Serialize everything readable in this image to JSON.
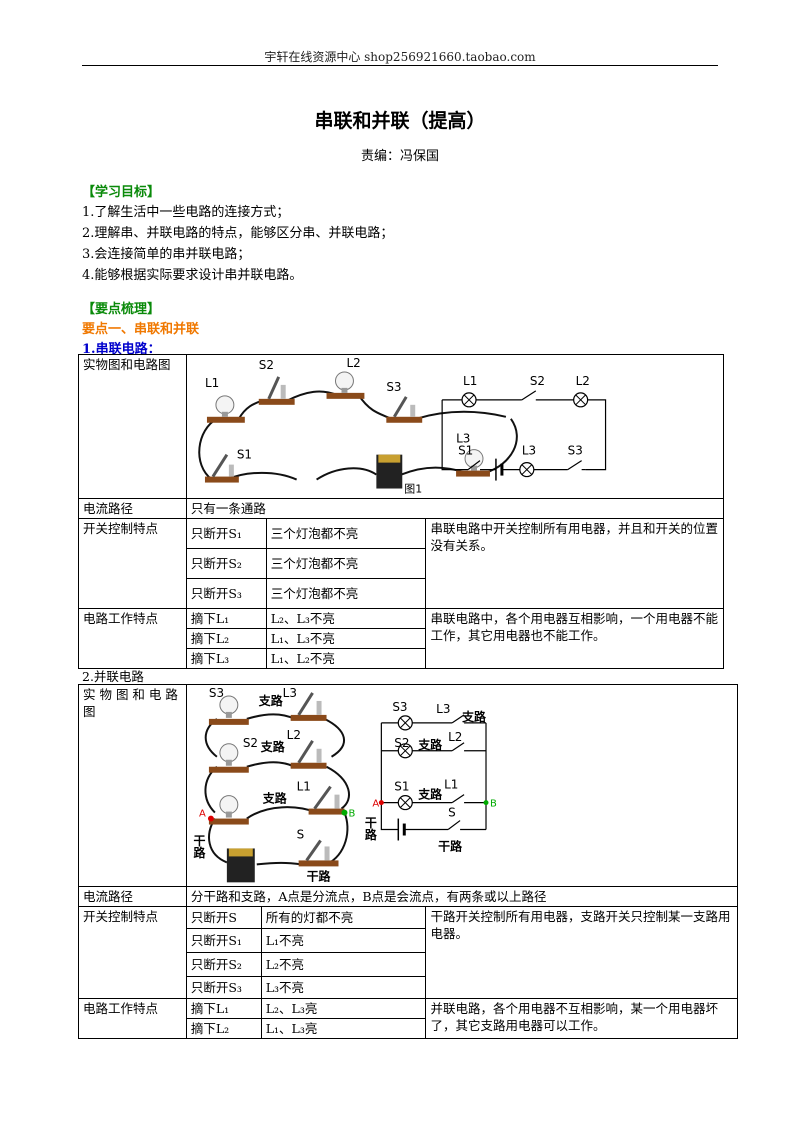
{
  "header": "宇轩在线资源中心   shop256921660.taobao.com",
  "title": "串联和并联（提高）",
  "editor": "责编：冯保国",
  "goals": {
    "heading": "【学习目标】",
    "items": [
      "1.了解生活中一些电路的连接方式；",
      "2.理解串、并联电路的特点，能够区分串、并联电路；",
      "3.会连接简单的串并联电路；",
      "4.能够根据实际要求设计串并联电路。"
    ]
  },
  "key": {
    "heading": "【要点梳理】",
    "point1": "要点一、串联和并联",
    "series_heading": "1.串联电路：",
    "parallel_heading": "2.并联电路"
  },
  "series": {
    "fig_label": "实物图和电路图",
    "fig_caption": "图1",
    "labels": {
      "L1": "L1",
      "L2": "L2",
      "L3": "L3",
      "S1": "S1",
      "S2": "S2",
      "S3": "S3"
    },
    "path_label": "电流路径",
    "path_value": "只有一条通路",
    "switch_label": "开关控制特点",
    "switch_rows": [
      {
        "action": "只断开S₁",
        "result": "三个灯泡都不亮"
      },
      {
        "action": "只断开S₂",
        "result": "三个灯泡都不亮"
      },
      {
        "action": "只断开S₃",
        "result": "三个灯泡都不亮"
      }
    ],
    "switch_note": "串联电路中开关控制所有用电器，并且和开关的位置没有关系。",
    "work_label": "电路工作特点",
    "work_rows": [
      {
        "action": "摘下L₁",
        "result": "L₂、L₃不亮"
      },
      {
        "action": "摘下L₂",
        "result": "L₁、L₃不亮"
      },
      {
        "action": "摘下L₃",
        "result": "L₁、L₂不亮"
      }
    ],
    "work_note": "串联电路中，各个用电器互相影响，一个用电器不能工作，其它用电器也不能工作。"
  },
  "parallel": {
    "fig_label": "实 物 图 和 电 路图",
    "labels": {
      "branch": "支路",
      "main": "干路",
      "A": "A",
      "B": "B",
      "L1": "L1",
      "L2": "L2",
      "L3": "L3",
      "S1": "S1",
      "S2": "S2",
      "S3": "S3",
      "S": "S"
    },
    "path_label": "电流路径",
    "path_value": "分干路和支路，A点是分流点，B点是会流点，有两条或以上路径",
    "switch_label": "开关控制特点",
    "switch_rows": [
      {
        "action": "只断开S",
        "result": "所有的灯都不亮"
      },
      {
        "action": "只断开S₁",
        "result": "L₁不亮"
      },
      {
        "action": "只断开S₂",
        "result": "L₂不亮"
      },
      {
        "action": "只断开S₃",
        "result": "L₃不亮"
      }
    ],
    "switch_note": "干路开关控制所有用电器，支路开关只控制某一支路用电器。",
    "work_label": "电路工作特点",
    "work_rows": [
      {
        "action": "摘下L₁",
        "result": "L₂、L₃亮"
      },
      {
        "action": "摘下L₂",
        "result": "L₁、L₃亮"
      }
    ],
    "work_note": "并联电路，各个用电器不互相影响，某一个用电器坏了，其它支路用电器可以工作。"
  },
  "colors": {
    "green": "#0a8a0a",
    "orange": "#f07800",
    "blue": "#0000cc",
    "red": "#dd0000",
    "bgreen": "#00aa00"
  }
}
